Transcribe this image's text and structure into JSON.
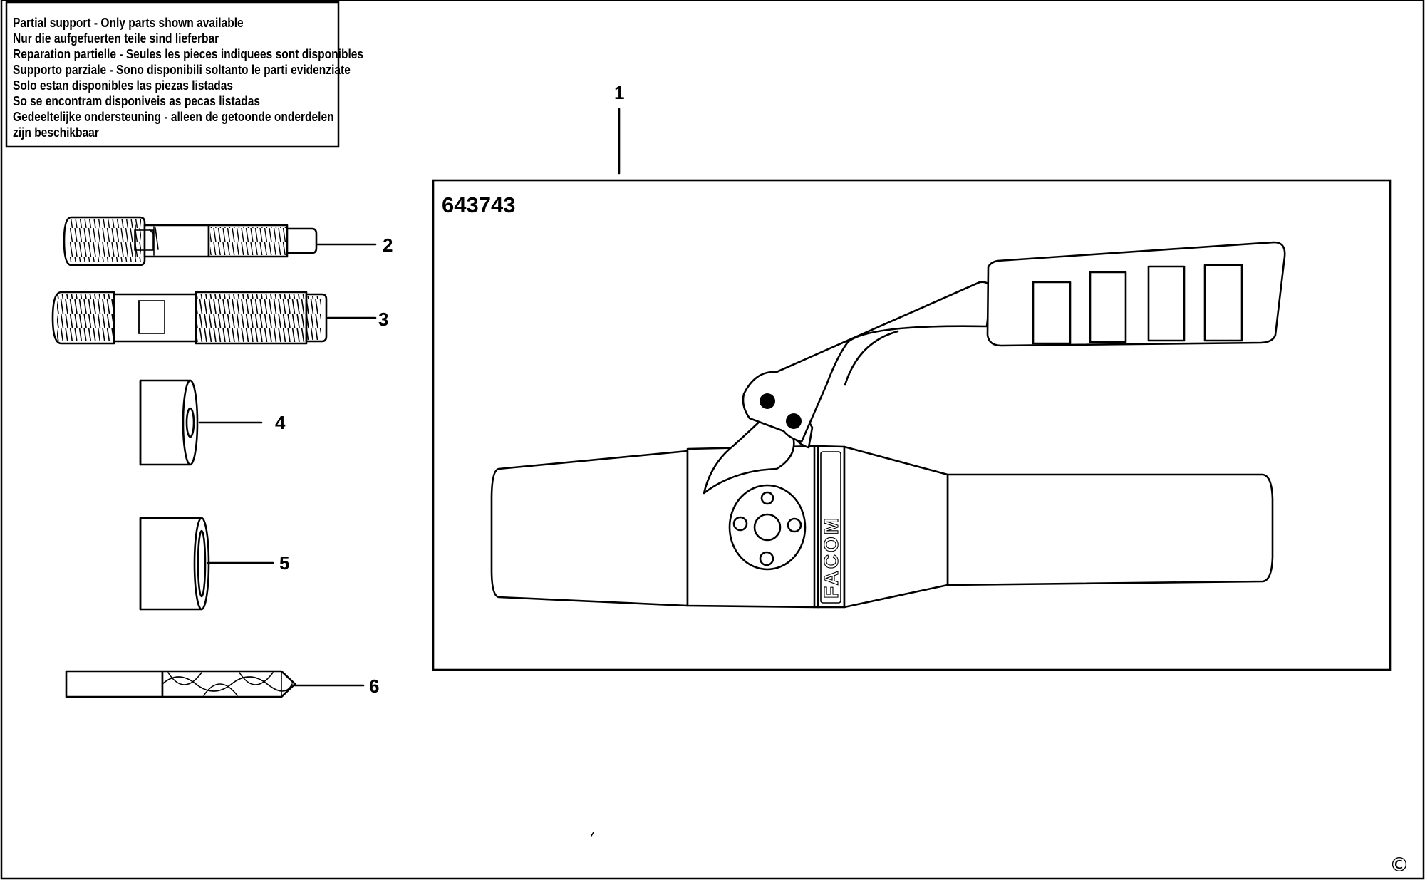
{
  "notice": {
    "lines": [
      "Partial support - Only parts shown available",
      "Nur die aufgefuerten teile sind lieferbar",
      "Reparation partielle - Seules les pieces indiquees sont disponibles",
      "Supporto parziale - Sono disponibili soltanto le parti evidenziate",
      "Solo estan disponibles las piezas listadas",
      "So se encontram disponiveis as pecas listadas",
      "Gedeeltelijke ondersteuning - alleen de getoonde onderdelen",
      "zijn beschikbaar"
    ]
  },
  "assembly": {
    "callout": "1",
    "part_number": "643743",
    "brand": "FACOM"
  },
  "parts": [
    {
      "callout": "2",
      "icon": "threaded-bolt-icon"
    },
    {
      "callout": "3",
      "icon": "threaded-stud-icon"
    },
    {
      "callout": "4",
      "icon": "short-bushing-icon"
    },
    {
      "callout": "5",
      "icon": "long-bushing-icon"
    },
    {
      "callout": "6",
      "icon": "drill-bit-icon"
    }
  ],
  "footer": {
    "copyright": "©"
  },
  "colors": {
    "ink": "#000000",
    "paper": "#ffffff"
  }
}
